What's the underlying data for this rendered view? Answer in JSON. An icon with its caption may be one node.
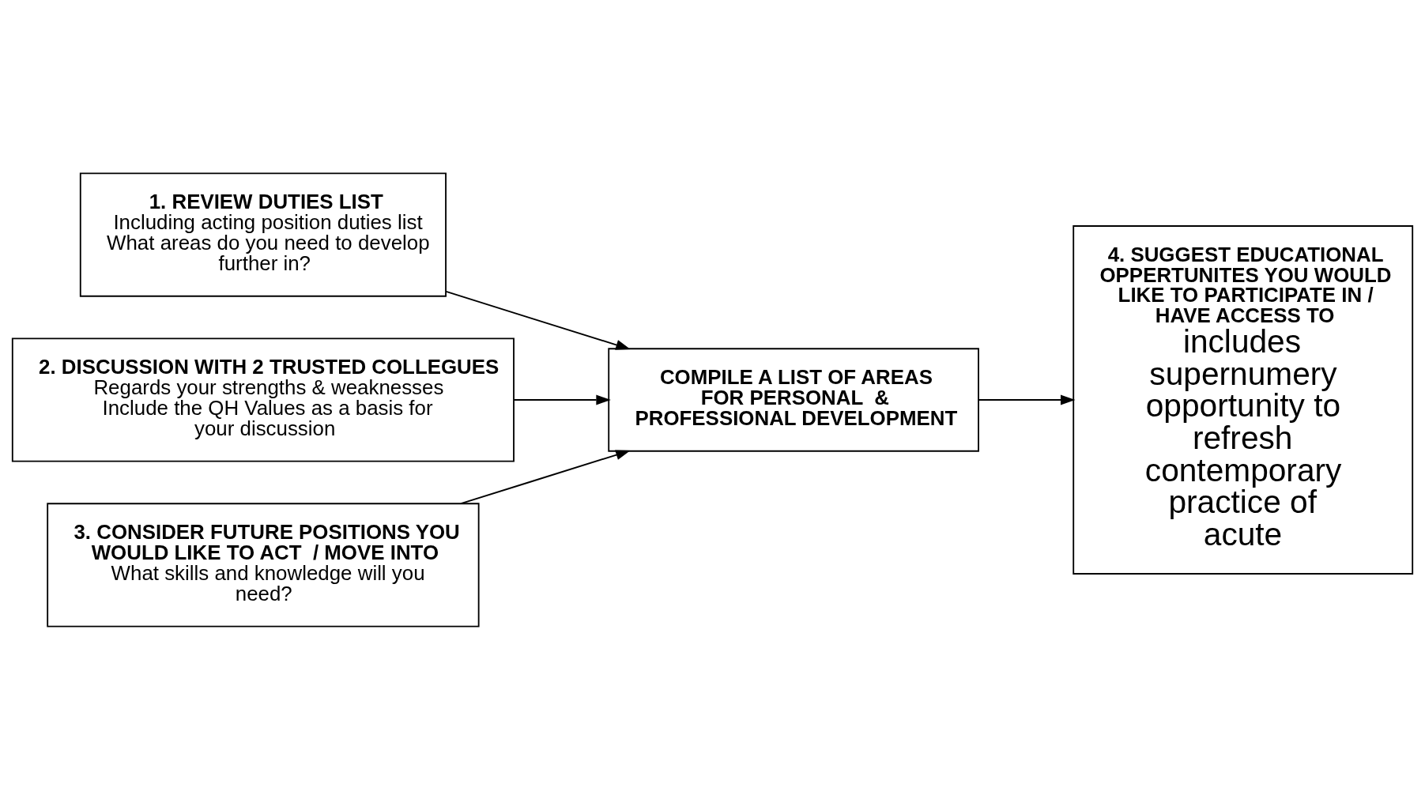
{
  "diagram": {
    "nodes": [
      {
        "text": [
          "1. REVIEW DUTIES LIST",
          "Including acting position duties list",
          "What areas do you need to develop further in?"
        ]
      },
      {
        "text": [
          "2. DISCUSSION WITH 2 TRUSTED COLLEGUES",
          "Regards your strengths & weaknesses",
          "Include the QH Values as a basis for your discussion"
        ]
      },
      {
        "text": [
          "3. CONSIDER FUTURE POSITIONS YOU WOULD LIKE TO ACT  / MOVE INTO",
          "What skills and knowledge will you need?"
        ]
      },
      {
        "text": [
          "COMPILE A LIST OF AREAS FOR PERSONAL  & PROFESSIONAL DEVELOPMENT"
        ]
      },
      {
        "text": [
          "4. SUGGEST EDUCATIONAL OPPERTUNITES YOU WOULD LIKE TO PARTICIPATE IN / HAVE ACCESS TO",
          "includes supernumery opportunity to refresh contemporary practice of acute"
        ]
      }
    ],
    "edges": [
      {
        "from": 0,
        "to": 3,
        "arrow": "to"
      },
      {
        "from": 1,
        "to": 3,
        "arrow": "to"
      },
      {
        "from": 2,
        "to": 3,
        "arrow": "to"
      },
      {
        "from": 3,
        "to": 4,
        "arrow": "to"
      }
    ]
  }
}
